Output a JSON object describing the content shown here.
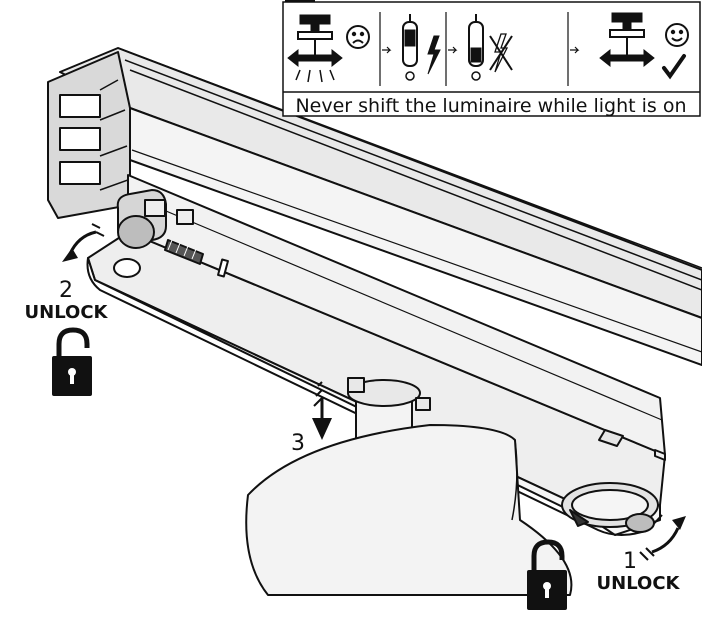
{
  "warning_panel": {
    "caption": "Never shift the luminaire while light is on",
    "steps": [
      {
        "name": "luminaire-shift-sad",
        "icon": "sad-face-icon"
      },
      {
        "name": "switch-off",
        "icon": "lightning-icon"
      },
      {
        "name": "light-off",
        "icon": "no-lightning-icon"
      },
      {
        "name": "luminaire-shift-happy",
        "icon": "happy-face-icon"
      }
    ]
  },
  "callouts": {
    "step1": {
      "number": "1",
      "action": "UNLOCK"
    },
    "step2": {
      "number": "2",
      "action": "UNLOCK"
    },
    "step3": {
      "number": "3"
    }
  },
  "colors": {
    "ink": "#111111",
    "rail_gray": "#e6e6e6",
    "housing_gray": "#ececec",
    "shade": "#f3f3f3"
  }
}
